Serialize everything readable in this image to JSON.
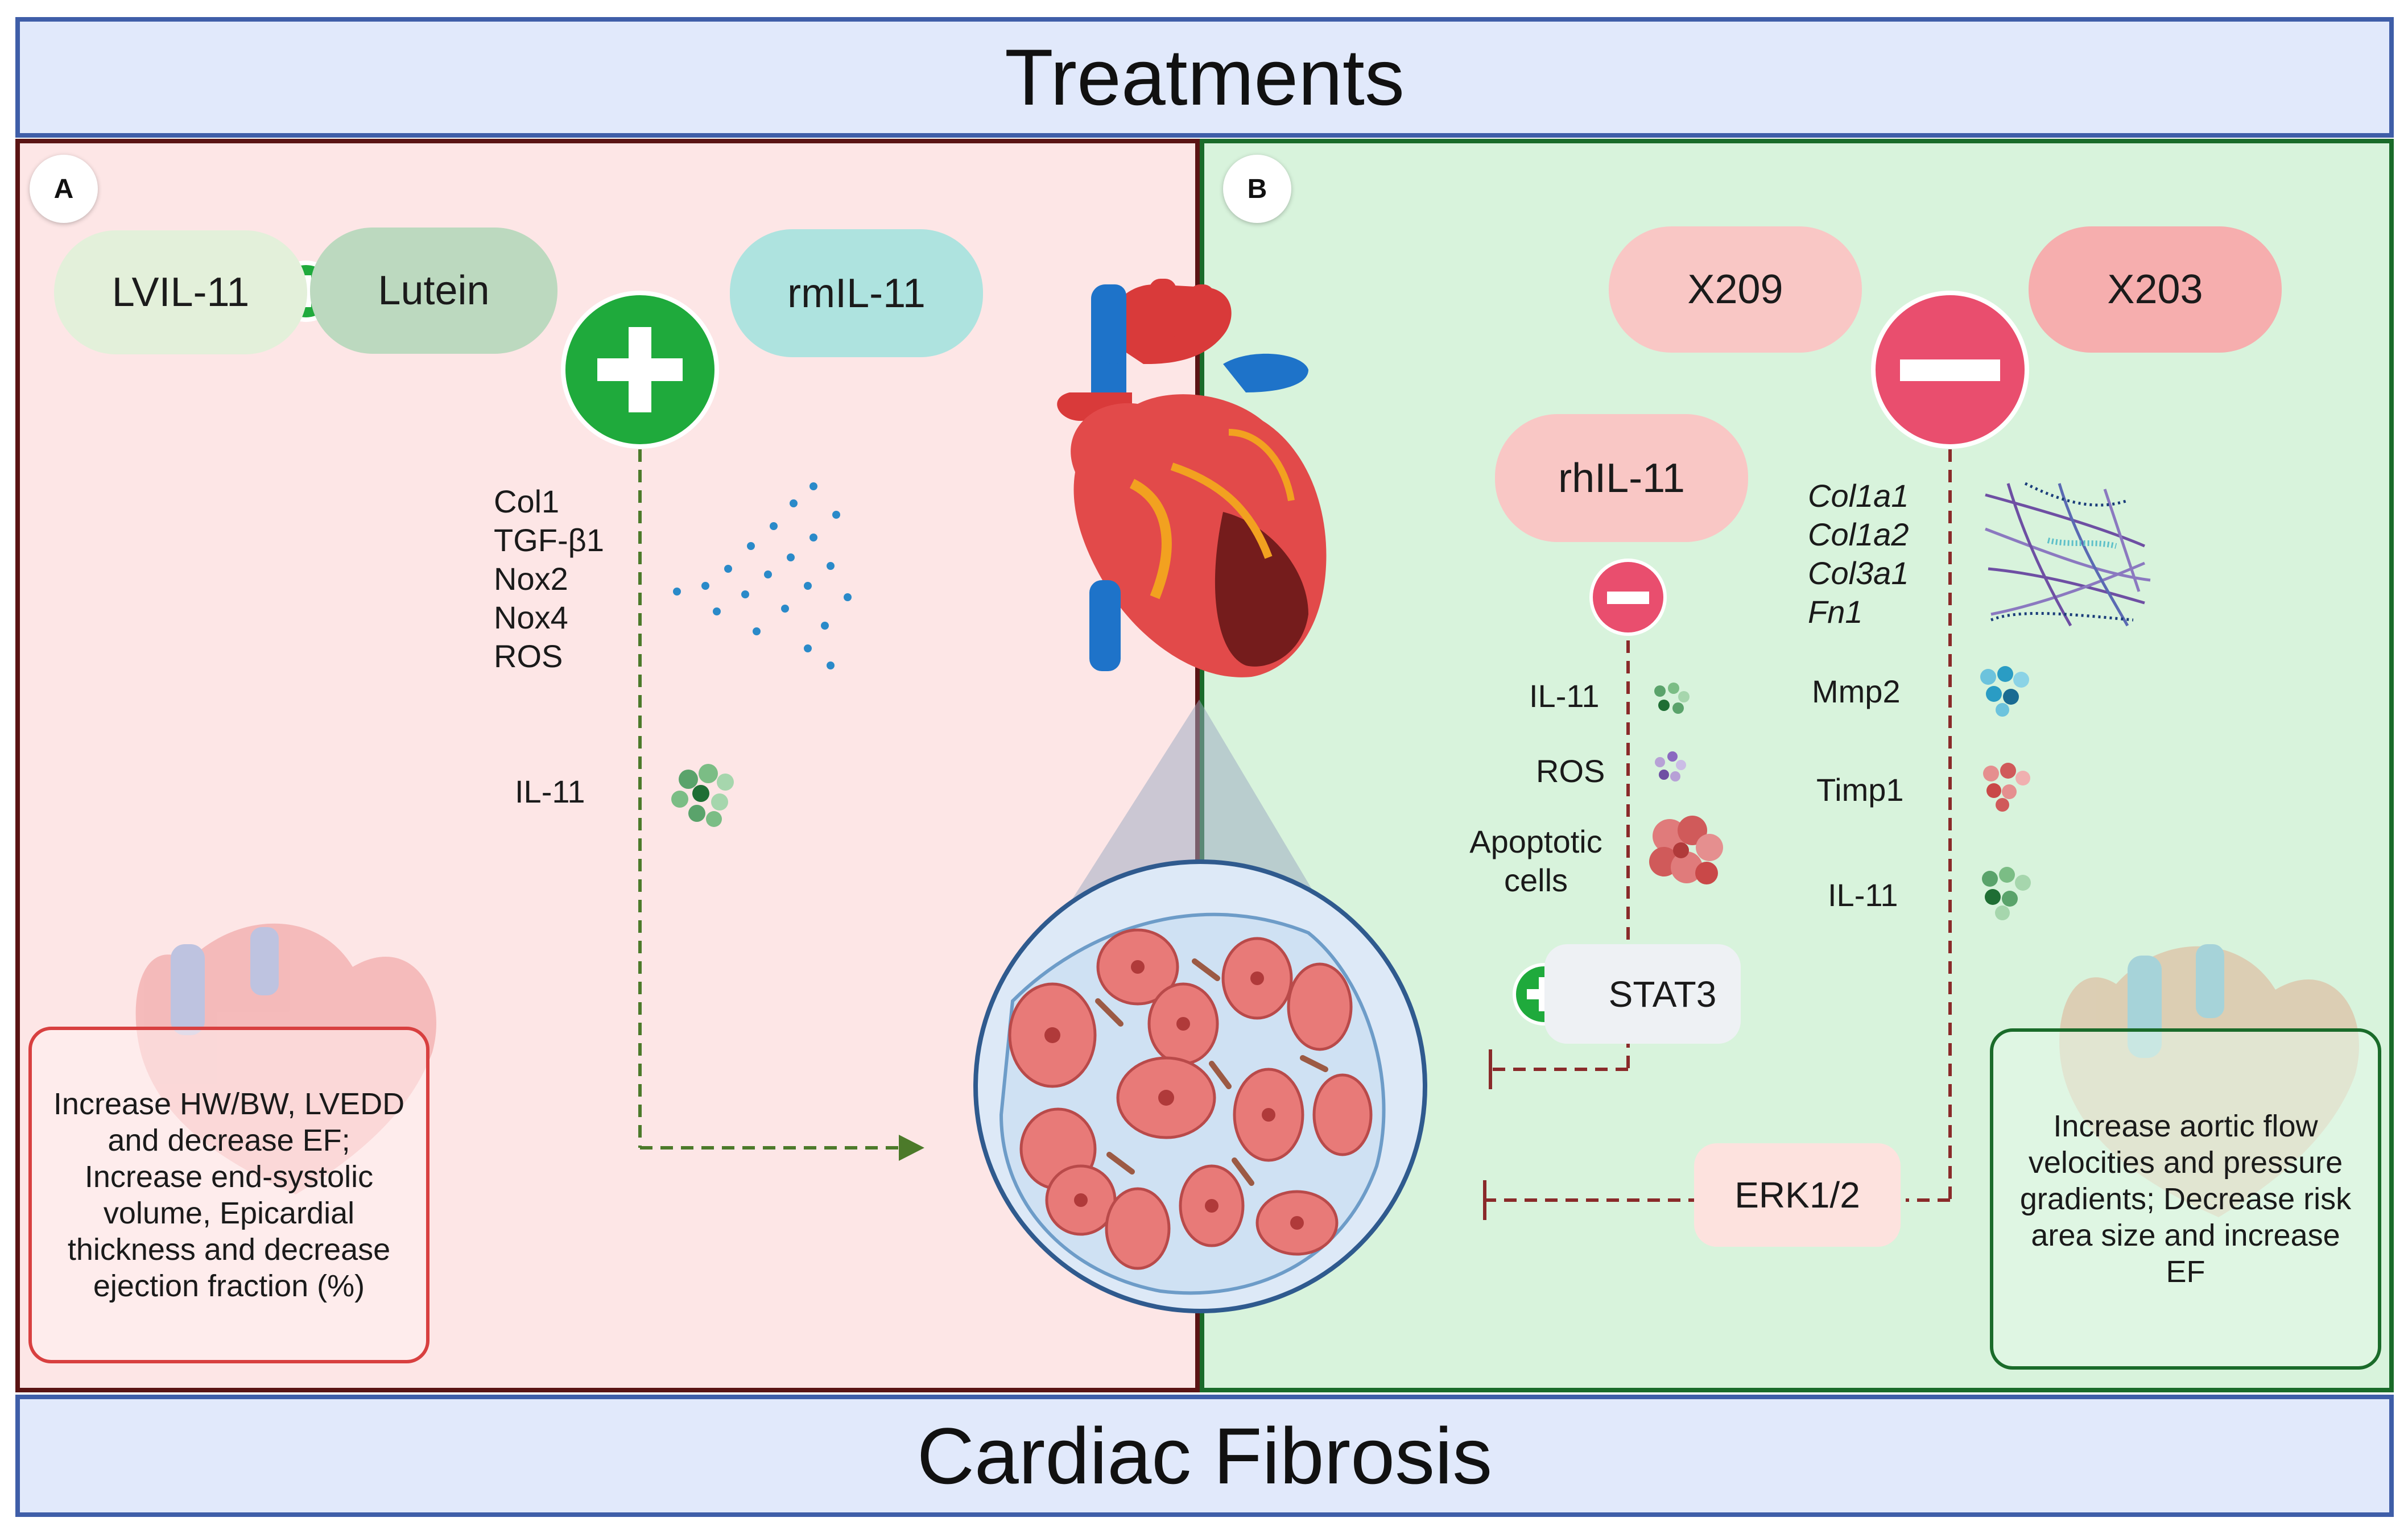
{
  "header": {
    "title": "Treatments"
  },
  "footer": {
    "title": "Cardiac Fibrosis"
  },
  "panel_a": {
    "label": "A",
    "pills": {
      "lvil11": "LVIL-11",
      "lutein": "Lutein",
      "rmil11": "rmIL-11"
    },
    "markers": [
      "Col1",
      "TGF-β1",
      "Nox2",
      "Nox4",
      "ROS"
    ],
    "il11": "IL-11",
    "outcome": "Increase HW/BW, LVEDD and decrease EF; Increase end-systolic volume, Epicardial thickness and decrease ejection fraction (%)"
  },
  "panel_b": {
    "label": "B",
    "pills": {
      "x209": "X209",
      "x203": "X203",
      "rhil11": "rhIL-11"
    },
    "genes": [
      "Col1a1",
      "Col1a2",
      "Col3a1",
      "Fn1"
    ],
    "left_items": {
      "il11": "IL-11",
      "ros": "ROS",
      "apoptotic": "Apoptotic cells"
    },
    "right_items": {
      "mmp2": "Mmp2",
      "timp1": "Timp1",
      "il11": "IL-11"
    },
    "stat3": "STAT3",
    "erk": "ERK1/2",
    "outcome": "Increase aortic flow velocities and pressure gradients; Decrease risk area size and increase EF"
  },
  "colors": {
    "banner_bg": "#e1e9fb",
    "banner_border": "#3f5ea8",
    "panel_a_bg": "#fde6e6",
    "panel_a_border": "#5a1414",
    "panel_b_bg": "#d8f3dc",
    "panel_b_border": "#1a6b2a",
    "plus_green": "#1faa3c",
    "minus_pink": "#e94e6e",
    "dash_green": "#4c7a2a",
    "dash_red": "#8a2a2a"
  },
  "icons": [
    "plus-icon",
    "minus-icon",
    "heart-illustration",
    "tissue-illustration",
    "dots-icon",
    "fiber-icon",
    "cell-cluster-icon"
  ]
}
